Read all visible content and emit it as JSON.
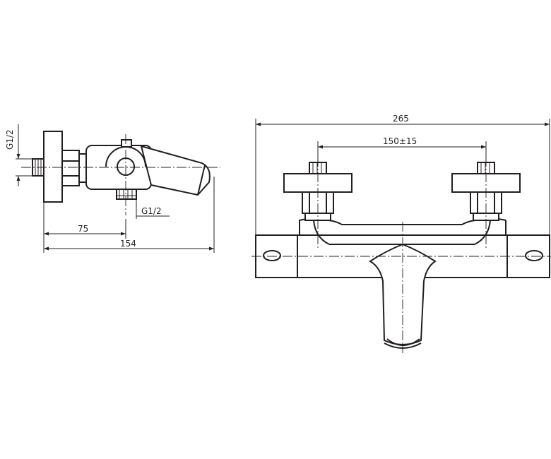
{
  "dimensions": {
    "side_thread_vertical": "G1/2",
    "side_thread_bottom": "G1/2",
    "side_depth_to_outlet": "75",
    "side_total_depth": "154",
    "front_total_width": "265",
    "front_center_distance": "150±15"
  }
}
